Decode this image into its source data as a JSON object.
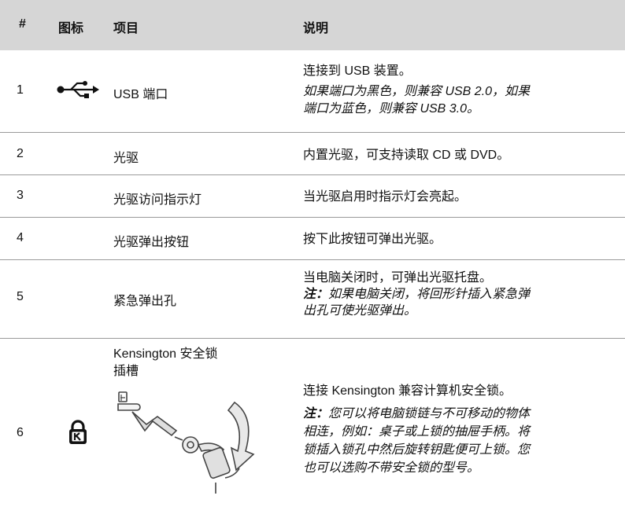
{
  "header": {
    "num": "#",
    "icon": "图标",
    "item": "项目",
    "desc": "说明"
  },
  "rows": [
    {
      "num": "1",
      "icon": "usb-icon",
      "item": "USB 端口",
      "desc": "连接到 USB 装置。",
      "desc_italic": [
        "如果端口为黑色，则兼容 USB 2.0，如果",
        "端口为蓝色，则兼容 USB 3.0。"
      ]
    },
    {
      "num": "2",
      "item": "光驱",
      "desc": "内置光驱，可支持读取 CD 或 DVD。"
    },
    {
      "num": "3",
      "item": "光驱访问指示灯",
      "desc": "当光驱启用时指示灯会亮起。"
    },
    {
      "num": "4",
      "item": "光驱弹出按钮",
      "desc": "按下此按钮可弹出光驱。"
    },
    {
      "num": "5",
      "item": "紧急弹出孔",
      "desc": "当电脑关闭时，可弹出光驱托盘。",
      "note_label": "注：",
      "note_lines": [
        "如果电脑关闭，将回形针插入紧急弹",
        "出孔可使光驱弹出。"
      ]
    },
    {
      "num": "6",
      "icon": "kensington-lock-icon",
      "item_lines": [
        "Kensington 安全锁",
        "插槽"
      ],
      "desc": "连接 Kensington 兼容计算机安全锁。",
      "note_label": "注：",
      "note_lines": [
        "您可以将电脑锁链与不可移动的物体",
        "相连，例如：桌子或上锁的抽屉手柄。将",
        "锁插入锁孔中然后旋转钥匙便可上锁。您",
        "也可以选购不带安全锁的型号。"
      ]
    }
  ]
}
